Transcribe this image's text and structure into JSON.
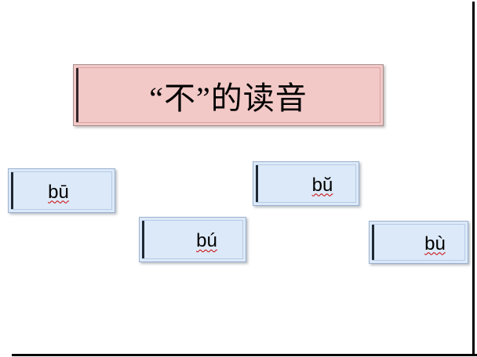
{
  "slide": {
    "title": {
      "text": "“不”的读音"
    },
    "tone_boxes": [
      {
        "label": "bū"
      },
      {
        "label": "bú"
      },
      {
        "label": "bŭ"
      },
      {
        "label": "bù"
      }
    ],
    "colors": {
      "background": "#ffffff",
      "title_fill": "#f2c9c7",
      "title_border": "#a98f8f",
      "title_inner_line": "#d9a3a1",
      "title_accent_bar": "#33272b",
      "box_fill": "#dce9f8",
      "box_border": "#9bb1d0",
      "box_inner_line": "#b7cbe6",
      "box_accent_bar": "#1f2935",
      "spellcheck_underline": "#cc0000",
      "frame_line": "#000000"
    }
  }
}
